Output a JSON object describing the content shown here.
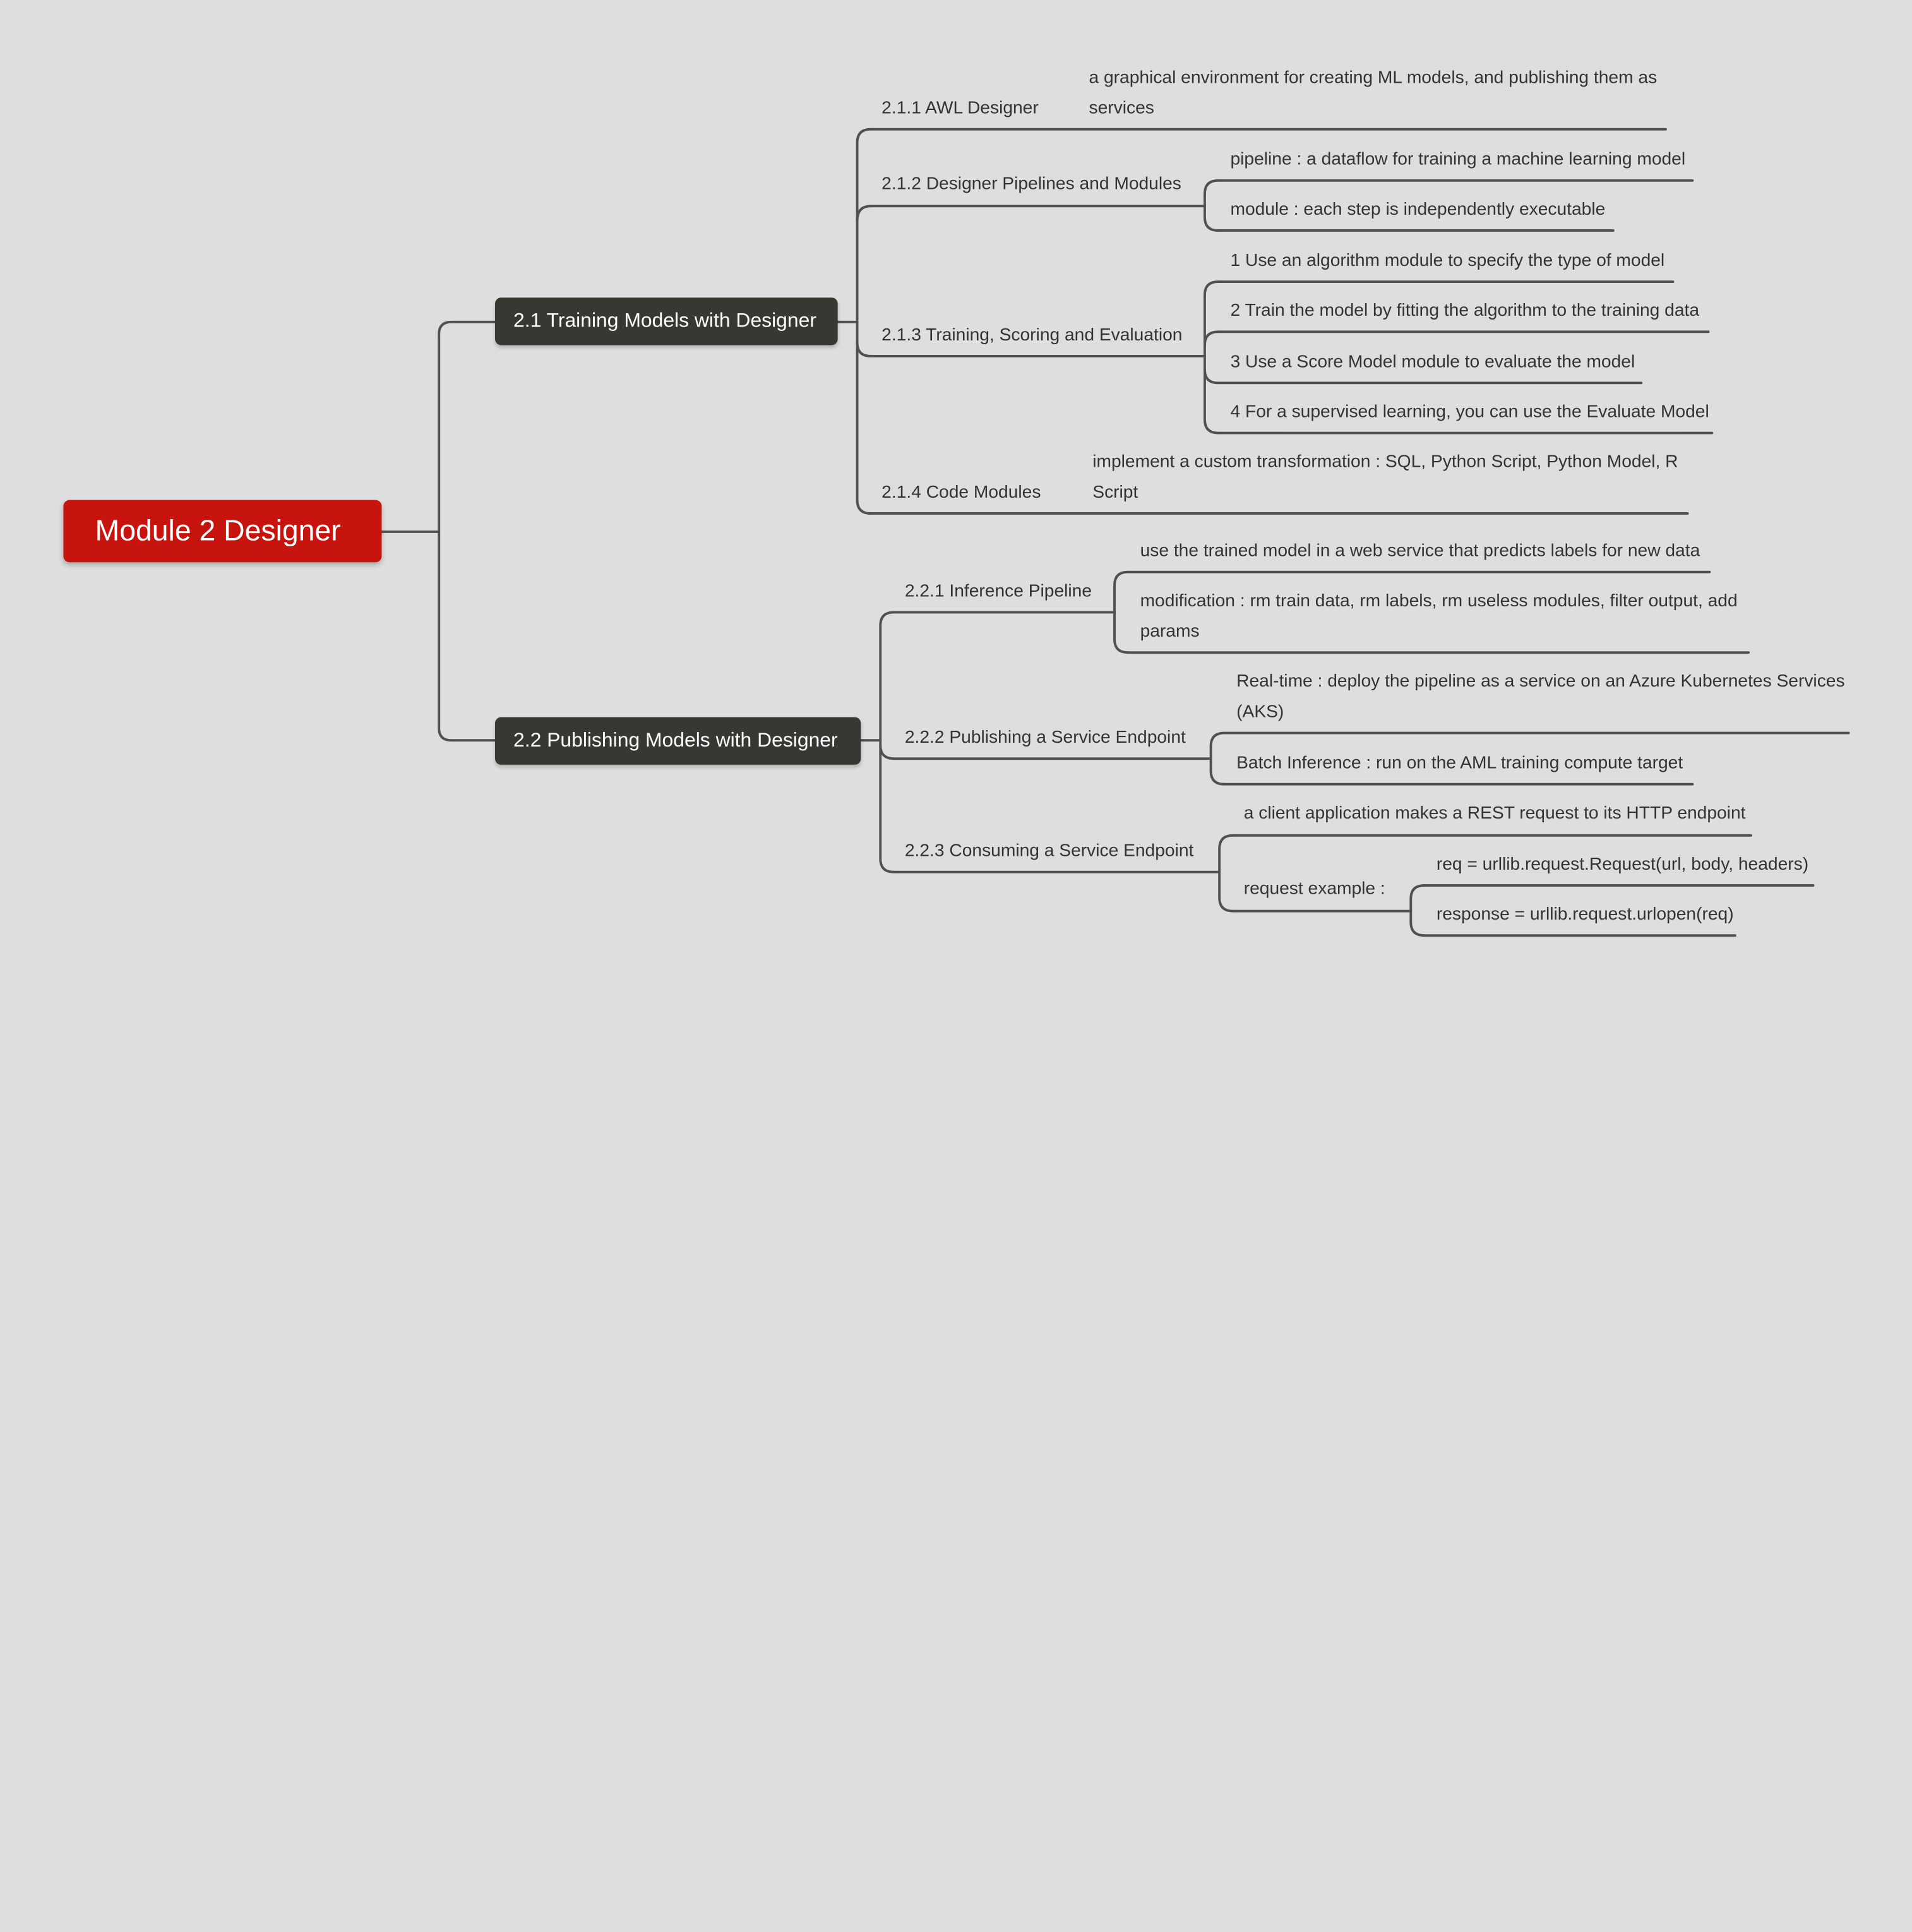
{
  "root": {
    "label": "Module 2 Designer",
    "color": "#c8140f"
  },
  "branches": [
    {
      "label": "2.1 Training Models with Designer",
      "children": [
        {
          "label": "2.1.1 AWL Designer",
          "notes": [
            "a graphical environment for creating ML models, and publishing them as services"
          ]
        },
        {
          "label": "2.1.2 Designer Pipelines and Modules",
          "notes": [
            "pipeline : a dataflow for training a machine learning model",
            "module : each step is independently executable"
          ]
        },
        {
          "label": "2.1.3 Training, Scoring and Evaluation",
          "notes": [
            "1 Use an algorithm module to specify the type of model",
            "2 Train the model by fitting the algorithm to the training data",
            "3 Use a Score Model module to evaluate the model",
            "4 For a supervised learning, you can use the Evaluate Model"
          ]
        },
        {
          "label": "2.1.4 Code Modules",
          "notes": [
            "implement a custom transformation : SQL, Python Script, Python Model, R Script"
          ]
        }
      ]
    },
    {
      "label": "2.2 Publishing Models with Designer",
      "children": [
        {
          "label": "2.2.1 Inference Pipeline",
          "notes": [
            "use the trained model in a web service that predicts labels for new data",
            "modification : rm train data, rm labels, rm useless modules, filter output, add params"
          ]
        },
        {
          "label": "2.2.2 Publishing a Service Endpoint",
          "notes": [
            "Real-time : deploy the pipeline as a service on an Azure Kubernetes Services (AKS)",
            "Batch Inference : run on the AML training compute target"
          ]
        },
        {
          "label": "2.2.3 Consuming a Service Endpoint",
          "notes": [
            "a client application makes a REST request to its HTTP endpoint",
            "request example :"
          ],
          "request_example": [
            "req = urllib.request.Request(url, body, headers)",
            "response = urllib.request.urlopen(req)"
          ]
        }
      ]
    }
  ],
  "colors": {
    "background": "#dedede",
    "main_topic": "#383833",
    "line": "#505050",
    "text": "#333333"
  }
}
